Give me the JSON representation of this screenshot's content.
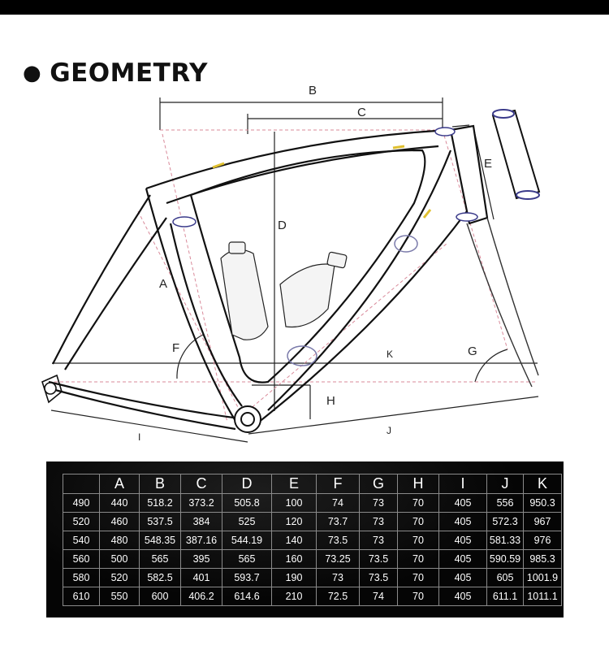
{
  "header": {
    "title": "GEOMETRY"
  },
  "diagram": {
    "labels": {
      "A": "A",
      "B": "B",
      "C": "C",
      "D": "D",
      "E": "E",
      "F": "F",
      "G": "G",
      "H": "H",
      "I": "I",
      "J": "J",
      "K": "K"
    }
  },
  "table": {
    "columns": [
      "",
      "A",
      "B",
      "C",
      "D",
      "E",
      "F",
      "G",
      "H",
      "I",
      "J",
      "K"
    ],
    "rows": [
      [
        "490",
        "440",
        "518.2",
        "373.2",
        "505.8",
        "100",
        "74",
        "73",
        "70",
        "405",
        "556",
        "950.3"
      ],
      [
        "520",
        "460",
        "537.5",
        "384",
        "525",
        "120",
        "73.7",
        "73",
        "70",
        "405",
        "572.3",
        "967"
      ],
      [
        "540",
        "480",
        "548.35",
        "387.16",
        "544.19",
        "140",
        "73.5",
        "73",
        "70",
        "405",
        "581.33",
        "976"
      ],
      [
        "560",
        "500",
        "565",
        "395",
        "565",
        "160",
        "73.25",
        "73.5",
        "70",
        "405",
        "590.59",
        "985.3"
      ],
      [
        "580",
        "520",
        "582.5",
        "401",
        "593.7",
        "190",
        "73",
        "73.5",
        "70",
        "405",
        "605",
        "1001.9"
      ],
      [
        "610",
        "550",
        "600",
        "406.2",
        "614.6",
        "210",
        "72.5",
        "74",
        "70",
        "405",
        "611.1",
        "1011.1"
      ]
    ]
  }
}
